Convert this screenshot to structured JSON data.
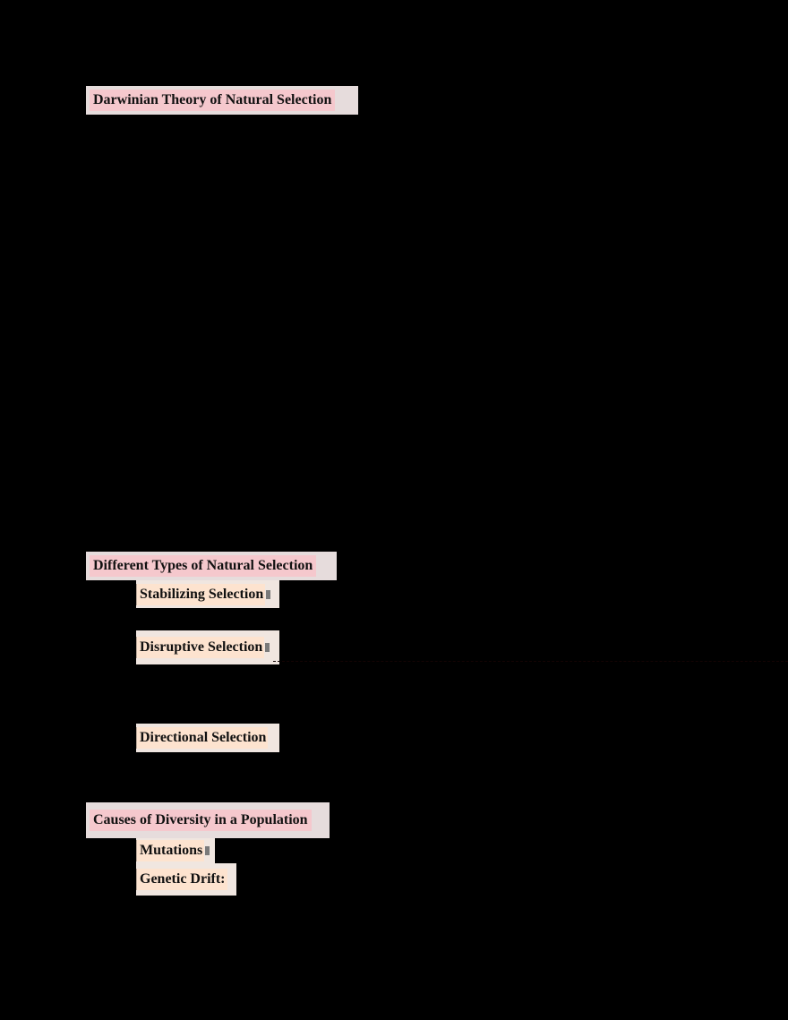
{
  "document": {
    "sections": [
      {
        "heading": "Darwinian Theory of Natural Selection",
        "items": []
      },
      {
        "heading": "Different Types of Natural Selection",
        "items": [
          {
            "label": "Stabilizing Selection"
          },
          {
            "label": "Disruptive Selection"
          },
          {
            "label": "Directional Selection"
          }
        ]
      },
      {
        "heading": "Causes of Diversity in a Population",
        "items": [
          {
            "label": "Mutations"
          },
          {
            "label": "Genetic Drift:"
          }
        ]
      }
    ]
  },
  "colors": {
    "page_background": "#000000",
    "heading_highlight": "#f5c8cd",
    "heading_box": "#e6dcdc",
    "subheading_highlight": "#fde3cf",
    "subheading_box": "#f0e6e0",
    "text": "#111111"
  }
}
